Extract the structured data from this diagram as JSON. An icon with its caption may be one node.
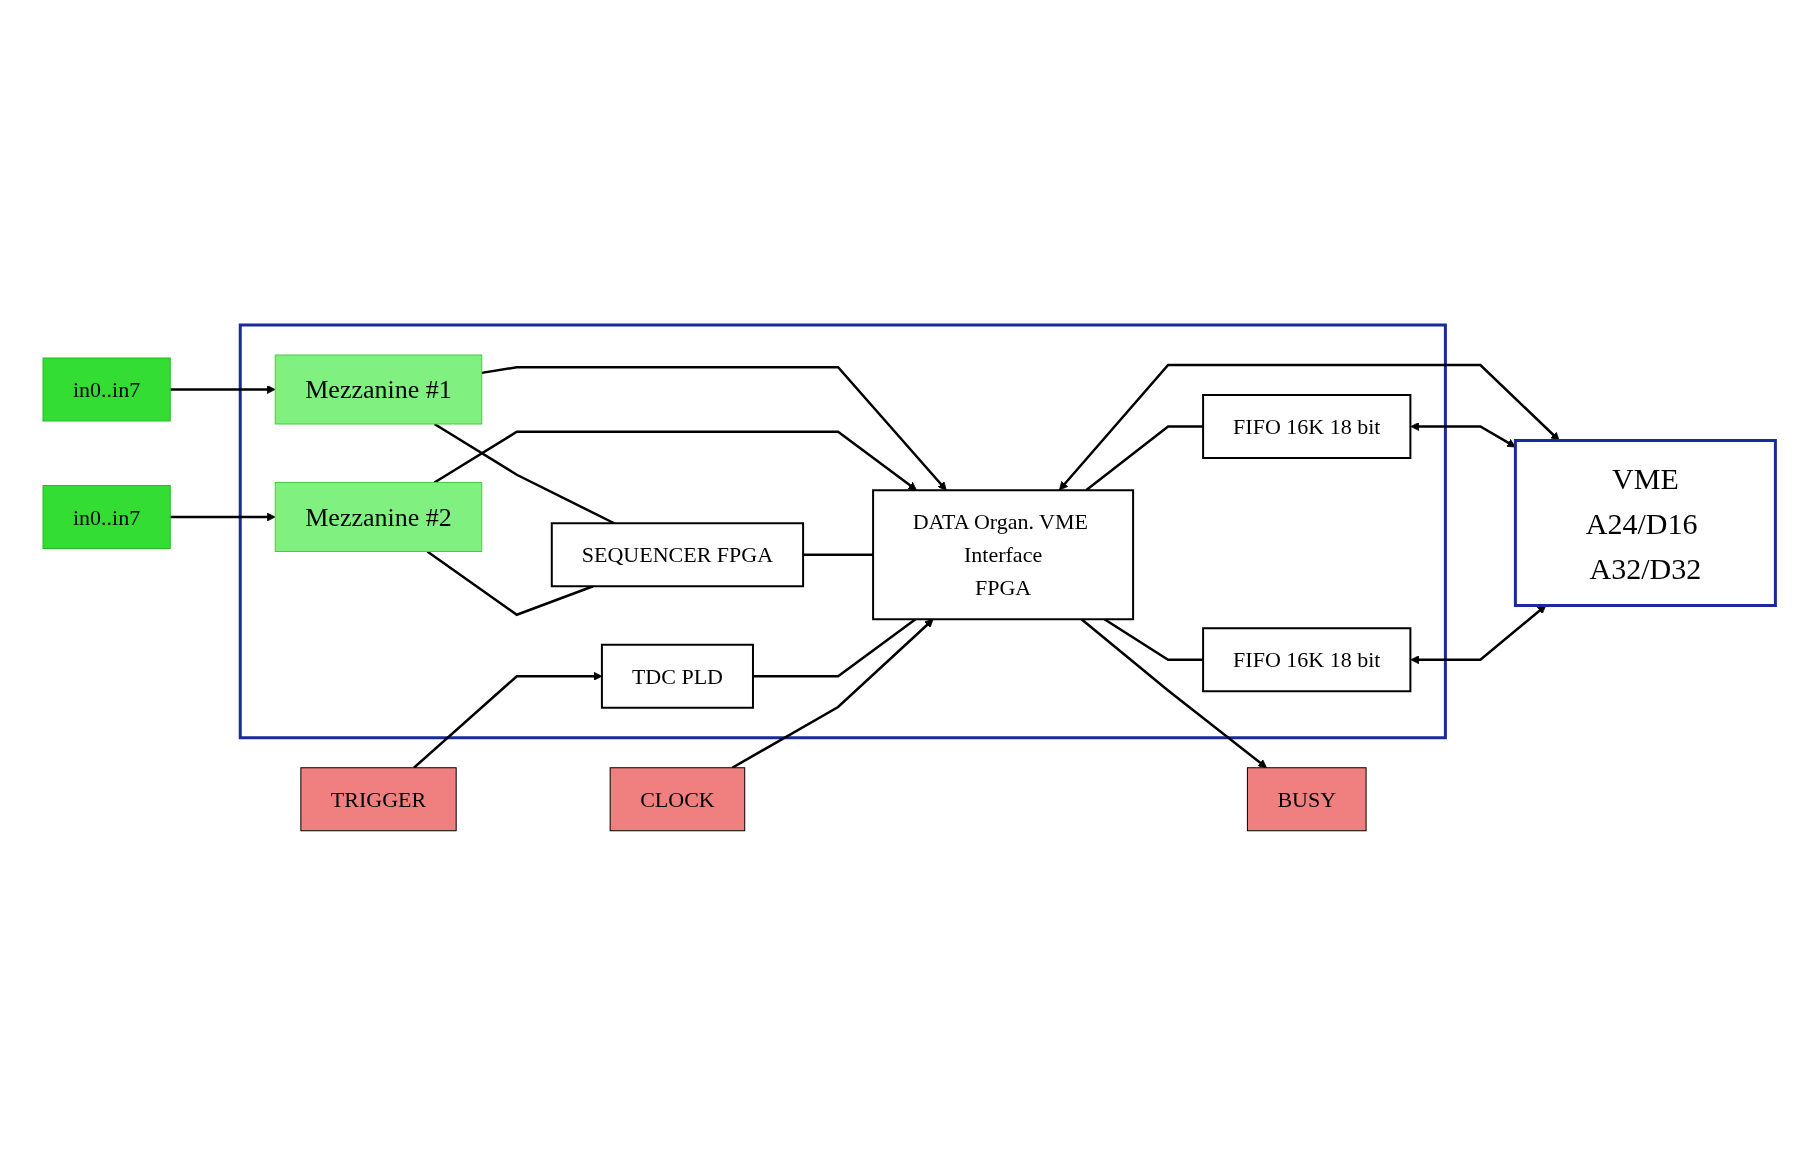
{
  "diagram": {
    "nodes": [
      {
        "text": [],
        "shape": "box"
      },
      {
        "text": [
          "in0..in7"
        ]
      },
      {
        "text": [
          "Mezzanine #1"
        ],
        "in": 0
      },
      {
        "text": [
          "in0..in7"
        ]
      },
      {
        "text": [
          "Mezzanine #2"
        ],
        "in": 0
      },
      {
        "text": [
          "SEQUENCER FPGA"
        ],
        "in": 0
      },
      {
        "text": [
          "DATA Organ. VME Interface",
          "FPGA"
        ],
        "in": 0
      },
      {
        "text": [
          "TDC PLD"
        ],
        "in": 0
      },
      {
        "text": [
          "FIFO 16K 18 bit"
        ],
        "in": 0
      },
      {
        "text": [
          "FIFO 16K 18 bit"
        ],
        "in": 0
      },
      {
        "text": [
          "TRIGGER"
        ]
      },
      {
        "text": [
          "BUSY"
        ]
      },
      {
        "text": [
          "CLOCK"
        ]
      },
      {
        "text": [
          "VME",
          "A24/D16 A32/D32"
        ]
      }
    ],
    "edges": [
      {
        "from": 1,
        "to": 2,
        "arrow": "to"
      },
      {
        "from": 3,
        "to": 4,
        "arrow": "to"
      },
      {
        "from": 2,
        "to": 5,
        "arrow": "none"
      },
      {
        "from": 4,
        "to": 5,
        "arrow": "none"
      },
      {
        "from": 2,
        "to": 6,
        "arrow": "to"
      },
      {
        "from": 4,
        "to": 6,
        "arrow": "to"
      },
      {
        "from": 5,
        "to": 6,
        "arrow": "none"
      },
      {
        "from": 10,
        "to": 7,
        "arrow": "to"
      },
      {
        "from": 7,
        "to": 6,
        "arrow": "none"
      },
      {
        "from": 6,
        "to": 8,
        "arrow": "none"
      },
      {
        "from": 6,
        "to": 9,
        "arrow": "none"
      },
      {
        "from": 6,
        "to": 11,
        "arrow": "to"
      },
      {
        "from": 12,
        "to": 6,
        "arrow": "to"
      },
      {
        "from": 6,
        "to": 13,
        "arrow": "both"
      },
      {
        "from": 8,
        "to": 13,
        "arrow": "both"
      },
      {
        "from": 9,
        "to": 13,
        "arrow": "both"
      }
    ]
  }
}
